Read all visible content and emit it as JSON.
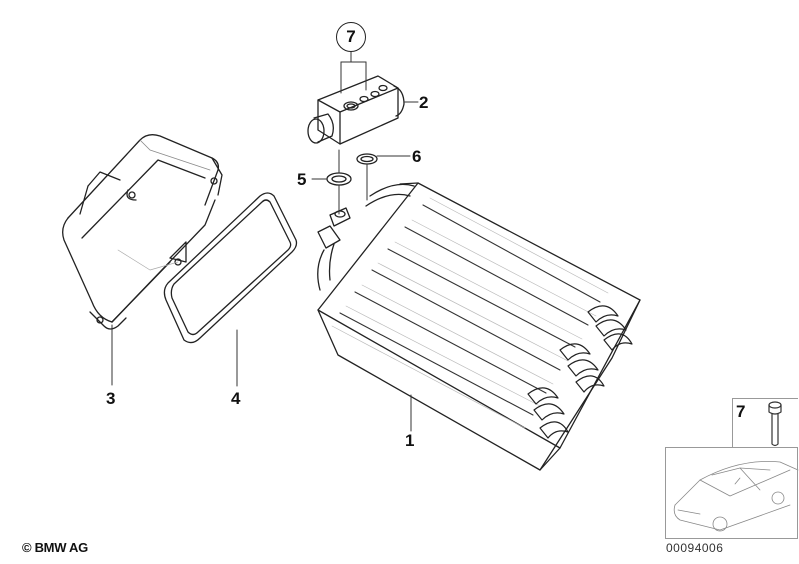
{
  "diagram": {
    "type": "exploded-parts-diagram",
    "subject": "A/C evaporator assembly with expansion valve, housing cover and gasket",
    "callouts": [
      {
        "id": "1",
        "label": "1",
        "part": "evaporator"
      },
      {
        "id": "2",
        "label": "2",
        "part": "expansion valve"
      },
      {
        "id": "3",
        "label": "3",
        "part": "evaporator housing cover"
      },
      {
        "id": "4",
        "label": "4",
        "part": "gasket"
      },
      {
        "id": "5",
        "label": "5",
        "part": "o-ring"
      },
      {
        "id": "6",
        "label": "6",
        "part": "o-ring"
      },
      {
        "id": "7",
        "label": "7",
        "part": "screw",
        "circled": true
      }
    ],
    "inset": {
      "screw_label": "7",
      "vehicle": "coupe thumbnail"
    }
  },
  "footer": {
    "copyright": "© BMW AG",
    "document_number": "00094006"
  }
}
